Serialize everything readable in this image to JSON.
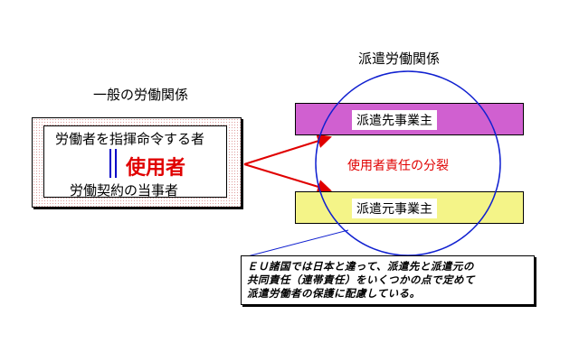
{
  "left": {
    "title": "一般の労働関係",
    "line1": "労働者を指揮命令する者",
    "employer": "使用者",
    "line2": "労働契約の当事者"
  },
  "right": {
    "title": "派遣労働関係",
    "destination": "派遣先事業主",
    "dispatcher": "派遣元事業主",
    "split": "使用者責任の分裂"
  },
  "note": {
    "line1": "ＥＵ諸国では日本と違って、派遣先と派遣元の",
    "line2": "共同責任（連帯責任）をいくつかの点で定めて",
    "line3": "派遣労働者の保護に配慮している。"
  },
  "colors": {
    "employer": "#e00000",
    "arrow": "#e00000",
    "circle": "#1020d0",
    "destination_bar": "#d060d0",
    "dispatcher_bar": "#f4f488",
    "split_text": "#e00000"
  }
}
